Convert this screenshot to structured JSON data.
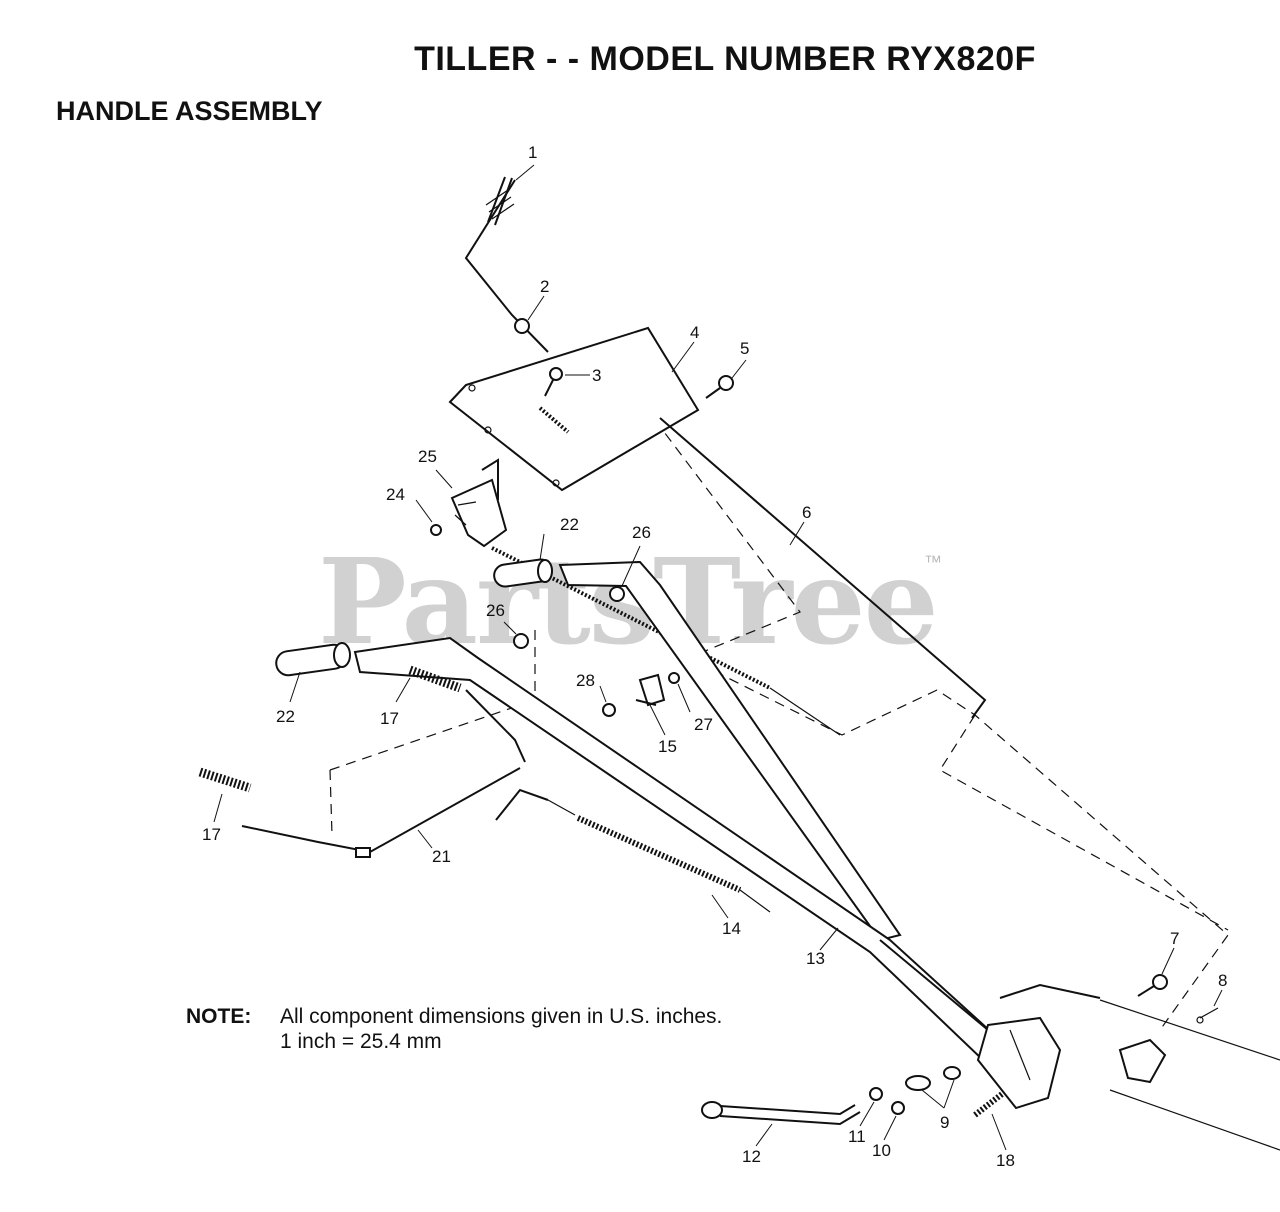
{
  "header": {
    "title": "TILLER - - MODEL NUMBER RYX820F",
    "subtitle": "HANDLE ASSEMBLY"
  },
  "watermark": {
    "text": "PartsTree",
    "tm": "™"
  },
  "note": {
    "label": "NOTE:",
    "line1": "All component dimensions given in U.S. inches.",
    "line2": "1 inch = 25.4 mm"
  },
  "callouts": {
    "c1": "1",
    "c2": "2",
    "c3": "3",
    "c4": "4",
    "c5": "5",
    "c6": "6",
    "c7": "7",
    "c8": "8",
    "c9": "9",
    "c10": "10",
    "c11": "11",
    "c12": "12",
    "c13": "13",
    "c14": "14",
    "c15": "15",
    "c17a": "17",
    "c17b": "17",
    "c18": "18",
    "c21": "21",
    "c22a": "22",
    "c22b": "22",
    "c24": "24",
    "c25": "25",
    "c26a": "26",
    "c26b": "26",
    "c27": "27",
    "c28": "28"
  }
}
